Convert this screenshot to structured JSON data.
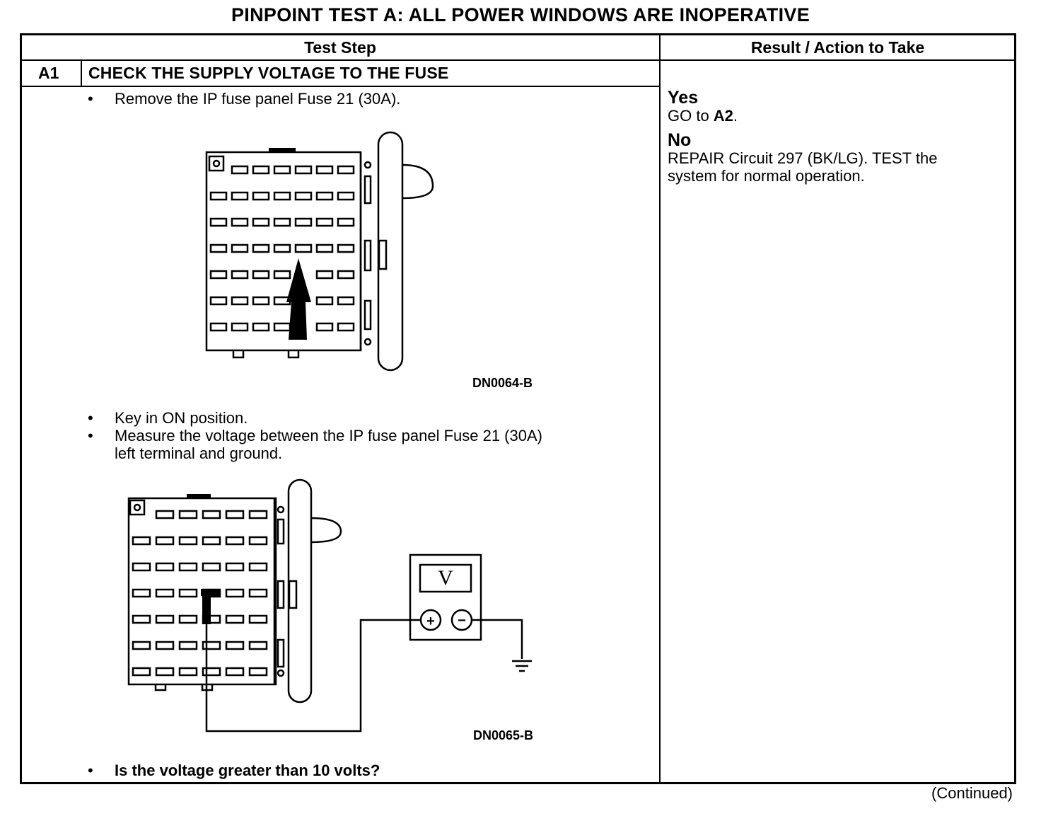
{
  "title": "PINPOINT TEST  A: ALL POWER WINDOWS ARE INOPERATIVE",
  "headers": {
    "test_step": "Test Step",
    "result_action": "Result / Action to Take"
  },
  "step": {
    "id": "A1",
    "title": "CHECK THE SUPPLY VOLTAGE TO THE FUSE",
    "bullets": [
      "Remove the IP fuse panel Fuse 21 (30A).",
      "Key in ON position.",
      "Measure the voltage between the IP fuse panel Fuse 21 (30A)",
      "left terminal and ground.",
      "Is the voltage greater than 10 volts?"
    ],
    "figures": [
      {
        "code": "DN0064-B"
      },
      {
        "code": "DN0065-B",
        "meter_label": "V",
        "plus": "+",
        "minus": "−"
      }
    ]
  },
  "result": {
    "yes_label": "Yes",
    "yes_prefix": "GO to ",
    "yes_target": "A2",
    "yes_suffix": ".",
    "no_label": "No",
    "no_line1": "REPAIR Circuit 297 (BK/LG). TEST the",
    "no_line2": "system for normal operation."
  },
  "continued": "(Continued)"
}
